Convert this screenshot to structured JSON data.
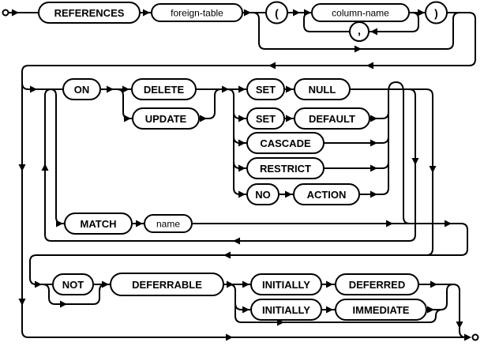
{
  "diagram": {
    "kind": "railroad-syntax-diagram",
    "terminals": {
      "references": "REFERENCES",
      "on": "ON",
      "delete": "DELETE",
      "update": "UPDATE",
      "set1": "SET",
      "null": "NULL",
      "set2": "SET",
      "default": "DEFAULT",
      "cascade": "CASCADE",
      "restrict": "RESTRICT",
      "no": "NO",
      "action": "ACTION",
      "match": "MATCH",
      "not": "NOT",
      "deferrable": "DEFERRABLE",
      "initially1": "INITIALLY",
      "deferred": "DEFERRED",
      "initially2": "INITIALLY",
      "immediate": "IMMEDIATE"
    },
    "nonterminals": {
      "foreign_table": "foreign-table",
      "column_name": "column-name",
      "name": "name"
    },
    "punctuation": {
      "open_paren": "(",
      "comma": ",",
      "close_paren": ")"
    },
    "colors": {
      "line": "#000000",
      "background": "#ffffff"
    }
  }
}
